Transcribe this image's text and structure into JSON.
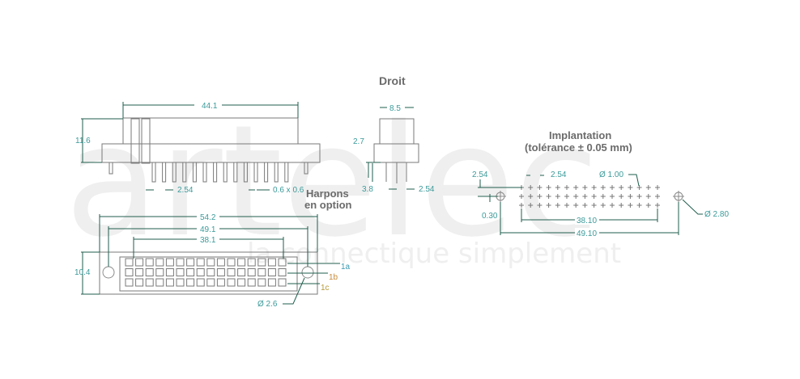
{
  "watermark": {
    "brand": "artelec",
    "tagline": "la connectique simplement"
  },
  "title": "Droit",
  "side_view": {
    "width": "44.1",
    "height": "11.6",
    "pitch": "2.54",
    "pin_section": "0.6 x 0.6"
  },
  "end_view": {
    "width": "8.5",
    "offset": "2.7",
    "pin_length": "3.8",
    "pitch": "2.54"
  },
  "harpons": {
    "line1": "Harpons",
    "line2": "en option"
  },
  "front_view": {
    "overall": "54.2",
    "holes": "49.1",
    "contacts": "38.1",
    "height": "10.4",
    "hole_dia": "Ø 2.6",
    "row_a": "1a",
    "row_b": "1b",
    "row_c": "1c"
  },
  "implantation": {
    "title": "Implantation",
    "tolerance": "(tolérance ± 0.05 mm)",
    "pitch_v": "2.54",
    "pitch_h": "2.54",
    "hole_dia": "Ø 1.00",
    "offset": "0.30",
    "pin_span": "38.10",
    "hole_span": "49.10",
    "mount_dia": "Ø 2.80"
  },
  "colors": {
    "dimension": "#1f5e4c",
    "text": "#3c9a9a",
    "row_a": "#3c9ab0",
    "row_b": "#c98a3a",
    "row_c": "#b89a3a"
  }
}
